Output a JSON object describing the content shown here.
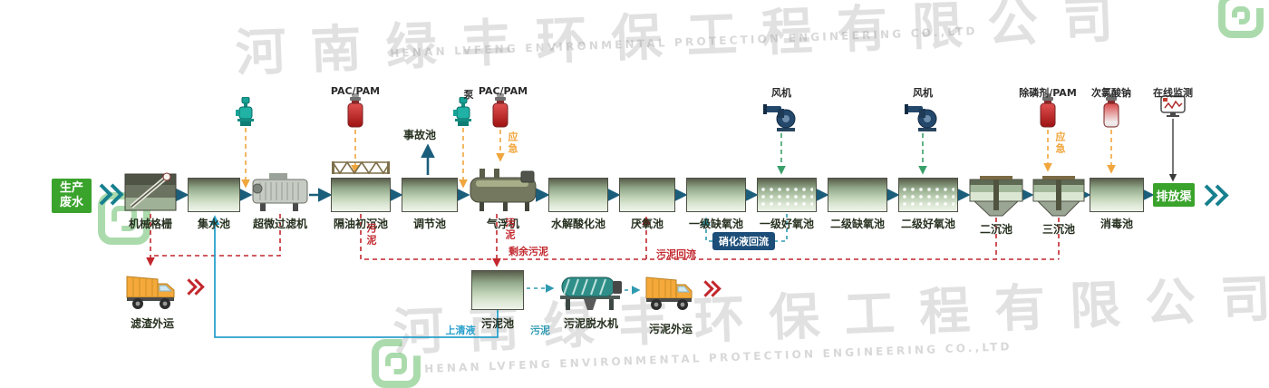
{
  "watermark": {
    "cn": "河南绿丰环保工程有限公司",
    "en": "HENAN LVFENG ENVIRONMENTAL PROTECTION ENGINEERING CO.,LTD"
  },
  "flow": {
    "source": "生产废水",
    "discharge": "排放渠",
    "tanks": [
      "机械格栅",
      "集水池",
      "超微过滤机",
      "隔油初沉池",
      "调节池",
      "气浮机",
      "水解酸化池",
      "厌氧池",
      "一级缺氧池",
      "一级好氧池",
      "二级缺氧池",
      "二级好氧池",
      "二沉池",
      "三沉池",
      "消毒池"
    ]
  },
  "top": {
    "pump_label": "泵",
    "pac_pam_1": "PAC/PAM",
    "accident_tank": "事故池",
    "pac_pam_2": "PAC/PAM",
    "emergency_1": "应急",
    "fan_1": "风机",
    "fan_2": "风机",
    "phosphorus_removal": "除磷剂/PAM",
    "emergency_2": "应急",
    "sodium_hypochlorite": "次氯酸钠",
    "online_monitoring": "在线监测"
  },
  "bottom": {
    "residue_truck": "滤渣外运",
    "sludge_tank": "污泥池",
    "dewatering_machine": "污泥脱水机",
    "sludge_truck": "污泥外运",
    "supernatant": "上清液",
    "sludge_vert_1": "污泥",
    "sludge_vert_2": "污泥",
    "sludge_transfer": "污泥",
    "excess_sludge": "剩余污泥",
    "sludge_return": "污泥回流",
    "nitrified_return": "硝化液回流"
  },
  "colors": {
    "flow_arrow": "#1b5e7b",
    "dosing_line": "#f0a63c",
    "sludge_line": "#c2272d",
    "air_line": "#3aa06a",
    "supernatant_line": "#2aa0cc",
    "source_box": "#3aa32c",
    "reflux_badge": "#1d4e79",
    "pump": "#1fb2a5",
    "truck": "#f4a93a"
  },
  "icons": {
    "pump": "pump-icon",
    "blower": "blower-fan-icon",
    "chemical_bottle": "chemical-bottle-icon",
    "monitor": "online-monitor-icon",
    "truck": "dump-truck-icon",
    "chevron": "chevron-right-icon"
  }
}
